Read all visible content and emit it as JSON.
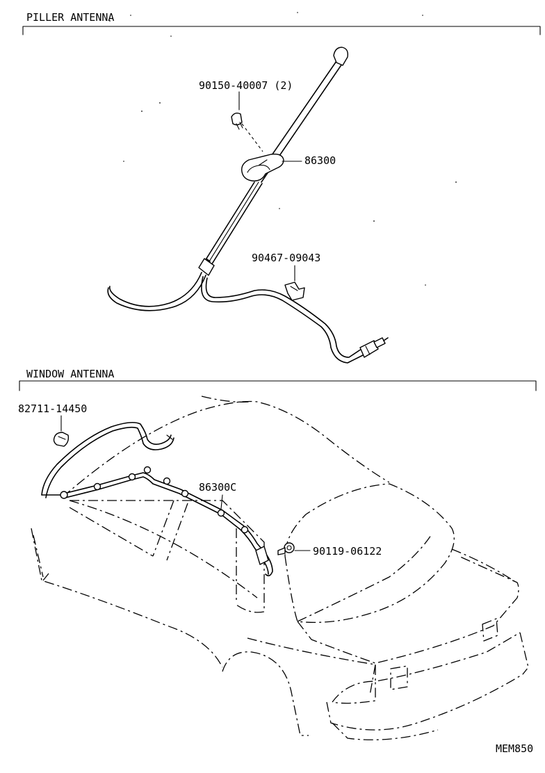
{
  "sections": {
    "piller": {
      "title": "PILLER ANTENNA"
    },
    "window": {
      "title": "WINDOW ANTENNA"
    }
  },
  "part_labels": {
    "screw": "90150-40007 (2)",
    "antenna_mast": "86300",
    "clip": "90467-09043",
    "clamp": "82711-14450",
    "window_antenna_cord": "86300C",
    "window_screw": "90119-06122"
  },
  "figure_code": "MEM850"
}
